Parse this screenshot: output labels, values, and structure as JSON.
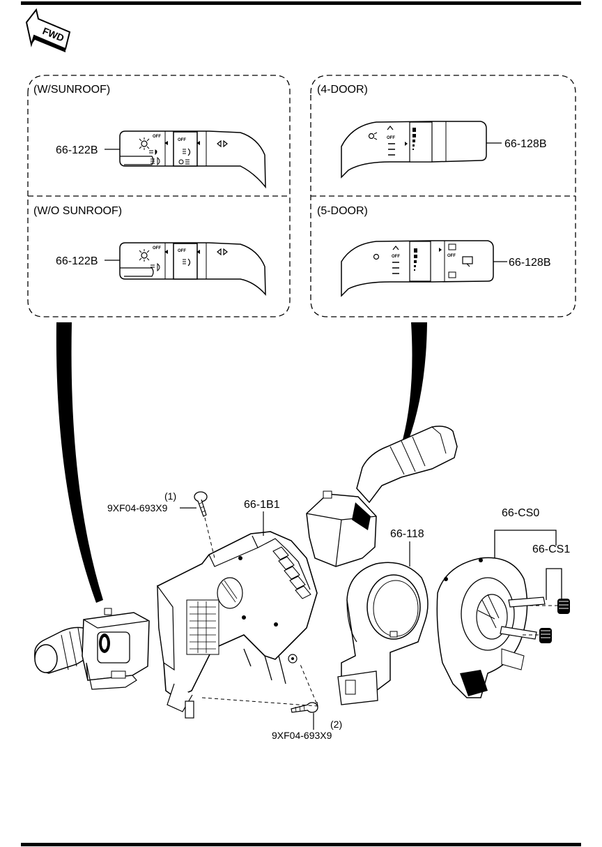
{
  "direction": {
    "label": "FWD"
  },
  "variants": [
    {
      "title": "(W/SUNROOF)",
      "part": "66-122B"
    },
    {
      "title": "(4-DOOR)",
      "part": "66-128B"
    },
    {
      "title": "(W/O SUNROOF)",
      "part": "66-122B"
    },
    {
      "title": "(5-DOOR)",
      "part": "66-128B"
    }
  ],
  "switch_markings": {
    "off": "OFF"
  },
  "callouts": {
    "combo_switch": "66-1B1",
    "clock_spring": "66-118",
    "steering_angle_sensor": "66-CS0",
    "sensor_sub": "66-CS1",
    "screw_1_index": "(1)",
    "screw_1_part": "9XF04-693X9",
    "screw_2_index": "(2)",
    "screw_2_part": "9XF04-693X9"
  },
  "icons": [
    "fwd-arrow-icon",
    "headlight-icon",
    "fog-light-icon",
    "wiper-icon",
    "washer-icon",
    "screw-icon"
  ]
}
